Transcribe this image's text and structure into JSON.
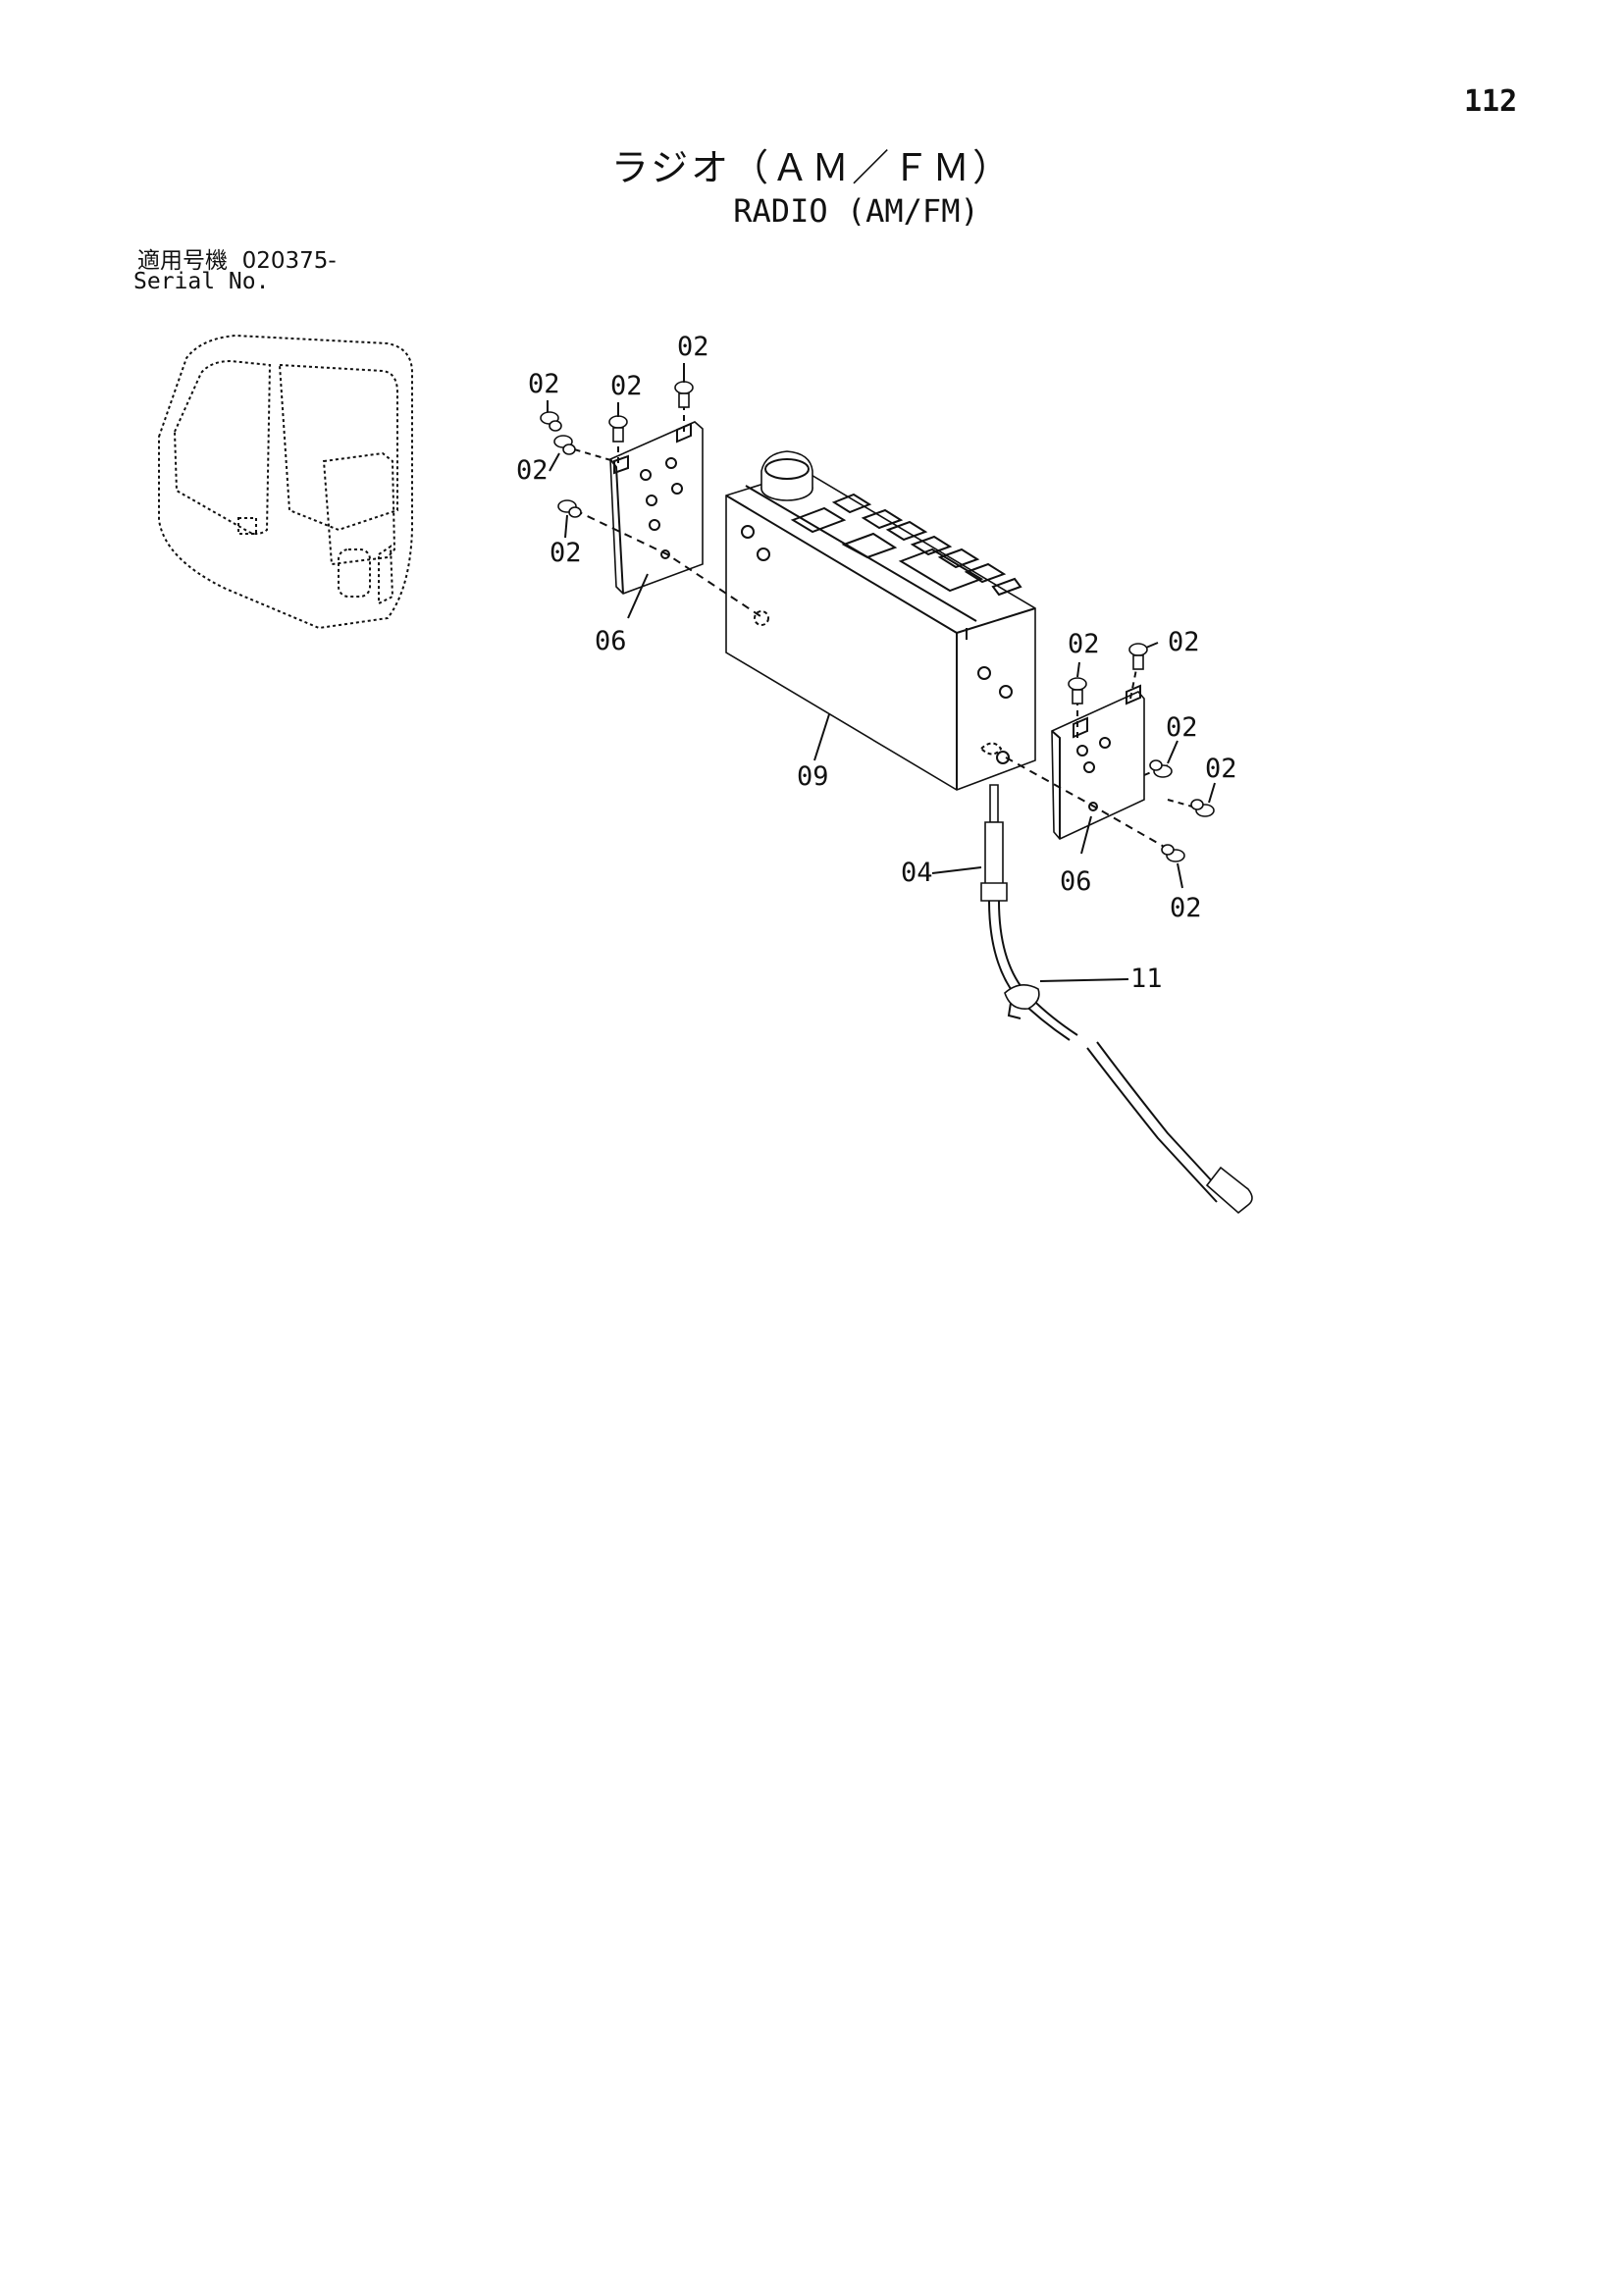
{
  "page": {
    "number": "112",
    "title_ja": "ラジオ（ＡＭ／ＦＭ）",
    "title_en": "RADIO (AM/FM)",
    "serial_label_ja": "適用号機",
    "serial_value": "020375-",
    "serial_label_en": "Serial No."
  },
  "callouts": {
    "screw_a": "02",
    "screw_b": "02",
    "screw_c": "02",
    "screw_d": "02",
    "screw_e": "02",
    "bracket_left": "06",
    "radio_unit": "09",
    "screw_f": "02",
    "screw_g": "02",
    "screw_h": "02",
    "screw_i": "02",
    "bracket_right": "06",
    "screw_j": "02",
    "antenna_plug": "04",
    "clamp": "11"
  }
}
